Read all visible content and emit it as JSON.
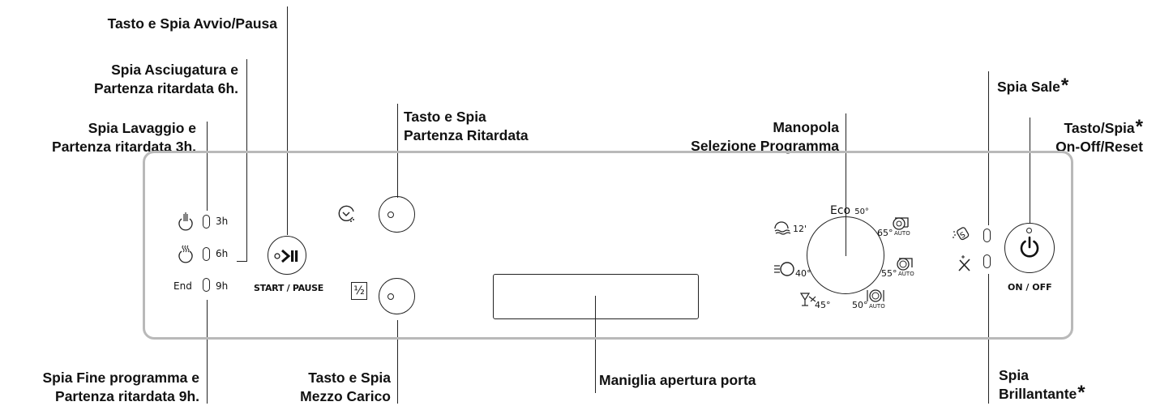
{
  "labels": {
    "avvio_pausa": "Tasto e Spia Avvio/Pausa",
    "asciugatura_1": "Spia Asciugatura e",
    "asciugatura_2": "Partenza ritardata 6h.",
    "lavaggio_1": "Spia Lavaggio e",
    "lavaggio_2": "Partenza ritardata 3h.",
    "fine_1": "Spia Fine programma e",
    "fine_2": "Partenza ritardata 9h.",
    "partenza_1": "Tasto e Spia",
    "partenza_2": "Partenza Ritardata",
    "mezzo_1": "Tasto e Spia",
    "mezzo_2": "Mezzo Carico",
    "maniglia": "Maniglia apertura porta",
    "manopola_1": "Manopola",
    "manopola_2": "Selezione Programma",
    "sale": "Spia Sale",
    "onoff_1": "Tasto/Spia",
    "onoff_2": "On-Off/Reset",
    "brill_1": "Spia",
    "brill_2": "Brillantante",
    "asterisk": "*"
  },
  "panel": {
    "led_3h": "3h",
    "led_6h": "6h",
    "led_9h": "9h",
    "end": "End",
    "start_pause": "START / PAUSE",
    "half": "½",
    "on_off": "ON / OFF",
    "dial": {
      "eco": "Eco",
      "eco_temp": "50°",
      "p12": "12'",
      "p40": "40°",
      "p45": "45°",
      "p50": "50°",
      "p55": "55°",
      "p65": "65°",
      "auto": "AUTO"
    }
  },
  "icons": [
    "wash-icon",
    "dry-icon",
    "delay-clock-icon",
    "start-pause-icon",
    "half-load-icon",
    "salt-icon",
    "rinse-aid-icon",
    "power-icon",
    "quick-wash-icon",
    "glass-icon",
    "pot-icon",
    "plate-icon"
  ]
}
